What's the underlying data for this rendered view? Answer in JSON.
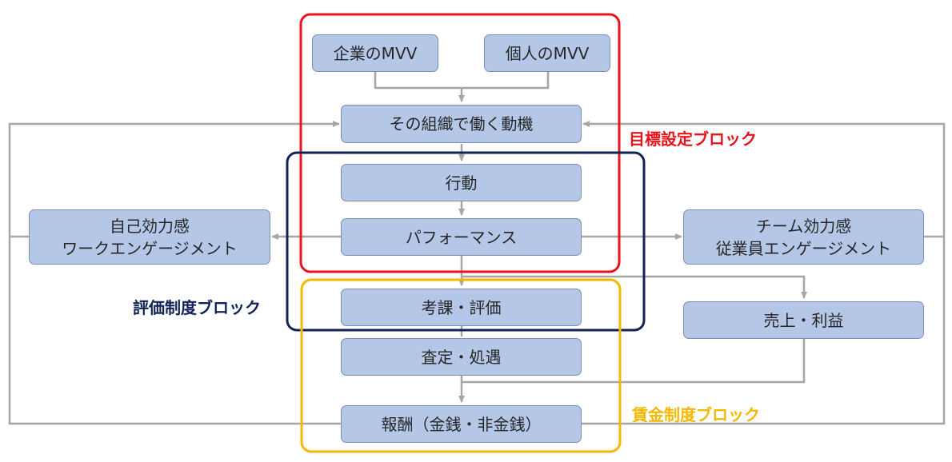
{
  "nodes": {
    "corp_mvv": "企業のMVV",
    "personal_mvv": "個人のMVV",
    "motivation": "その組織で働く動機",
    "action": "行動",
    "performance": "パフォーマンス",
    "self_efficacy": "自己効力感",
    "work_engagement": "ワークエンゲージメント",
    "team_efficacy": "チーム効力感",
    "employee_engagement": "従業員エンゲージメント",
    "evaluation": "考課・評価",
    "sales_profit": "売上・利益",
    "assessment": "査定・処遇",
    "reward": "報酬（金銭・非金銭）"
  },
  "blocks": {
    "goal_setting": "目標設定ブロック",
    "evaluation_system": "評価制度ブロック",
    "wage_system": "賃金制度ブロック"
  },
  "colors": {
    "node_fill": "#b4c7e7",
    "node_border": "#7a8fb5",
    "arrow": "#a6a6a6",
    "goal_block": "#e8141b",
    "evaluation_block": "#0f2357",
    "wage_block": "#f5b800"
  }
}
